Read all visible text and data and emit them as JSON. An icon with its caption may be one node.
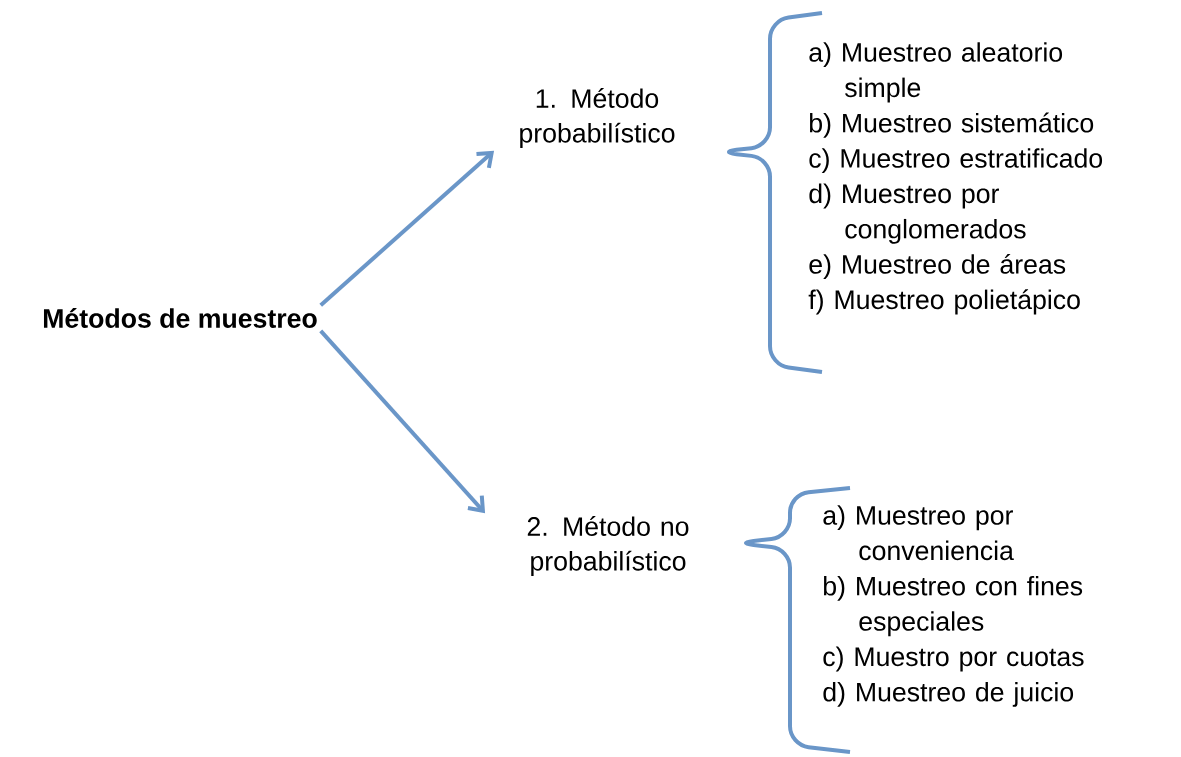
{
  "diagram": {
    "nodes": [
      {
        "text": [
          "Métodos de muestreo"
        ]
      },
      {
        "text": [
          "1. Método probabilístico"
        ]
      },
      {
        "text": [
          "2. Método no probabilístico"
        ]
      }
    ],
    "edges": [
      {
        "from": 0,
        "to": 1,
        "arrow": "to"
      },
      {
        "from": 0,
        "to": 2,
        "arrow": "to"
      }
    ],
    "labels": [
      "a) Muestreo aleatorio simple",
      "b) Muestreo sistemático",
      "c) Muestreo estratificado",
      "d) Muestreo por conglomerados",
      "e) Muestreo de áreas",
      "f) Muestreo polietápico",
      "a) Muestreo por conveniencia",
      "b) Muestreo con fines especiales",
      "c) Muestro por cuotas",
      "d) Muestreo de juicio"
    ]
  }
}
